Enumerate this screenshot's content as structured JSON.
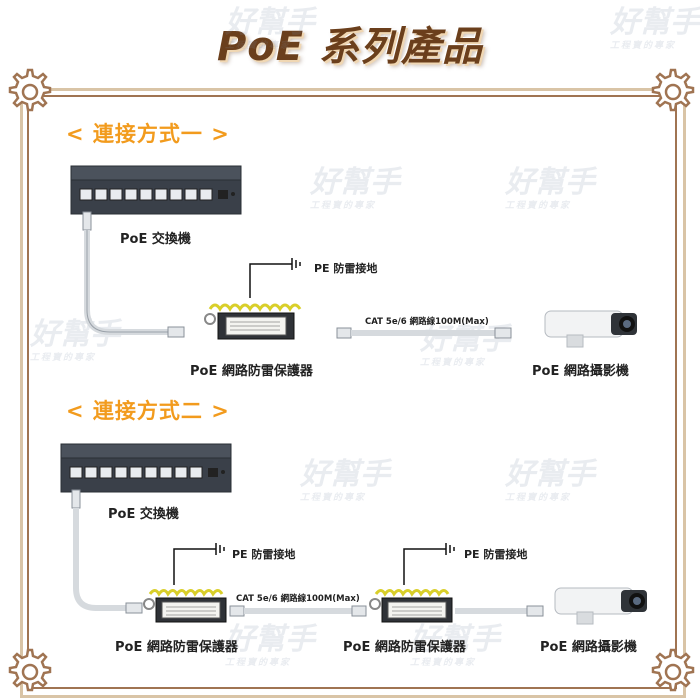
{
  "page": {
    "title": "PoE 系列產品",
    "watermark": {
      "main": "好幫手",
      "sub": "工程寶的專家"
    }
  },
  "section1": {
    "heading": "< 連接方式一 >",
    "switch_label": "PoE 交換機",
    "ground_label": "PE 防雷接地",
    "cable_label": "CAT 5e/6 網路線100M(Max)",
    "protector_label": "PoE 網路防雷保護器",
    "camera_label": "PoE 網路攝影機"
  },
  "section2": {
    "heading": "< 連接方式二 >",
    "switch_label": "PoE 交換機",
    "ground_label_1": "PE 防雷接地",
    "ground_label_2": "PE 防雷接地",
    "cable_label": "CAT 5e/6 網路線100M(Max)",
    "protector_label_1": "PoE 網路防雷保護器",
    "protector_label_2": "PoE 網路防雷保護器",
    "camera_label": "PoE 網路攝影機"
  },
  "colors": {
    "title": "#6b3f1c",
    "heading": "#f29b1d",
    "frame": "#a07452",
    "switch_body": "#3a4049",
    "cable": "#d6dade",
    "coil": "#d9cf2a"
  }
}
